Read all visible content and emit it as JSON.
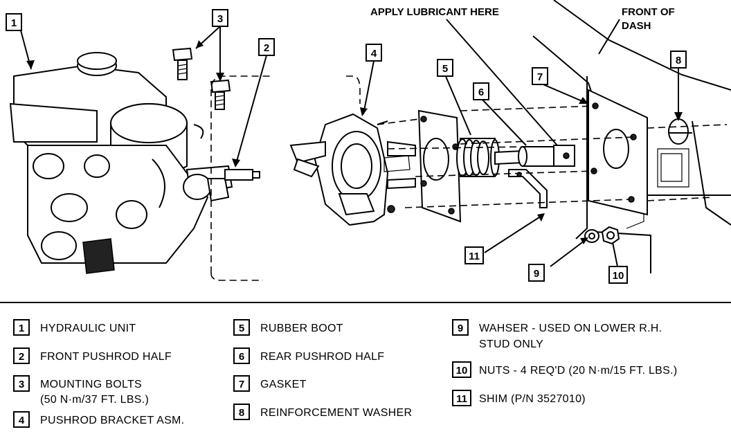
{
  "notes": {
    "apply_lubricant": "APPLY LUBRICANT HERE",
    "front_of_dash_1": "FRONT OF",
    "front_of_dash_2": "DASH"
  },
  "callouts": {
    "c1": "1",
    "c2": "2",
    "c3": "3",
    "c4": "4",
    "c5": "5",
    "c6": "6",
    "c7": "7",
    "c8": "8",
    "c9": "9",
    "c10": "10",
    "c11": "11"
  },
  "legend": [
    {
      "num": "1",
      "lines": [
        "HYDRAULIC UNIT"
      ]
    },
    {
      "num": "2",
      "lines": [
        "FRONT PUSHROD HALF"
      ]
    },
    {
      "num": "3",
      "lines": [
        "MOUNTING BOLTS",
        "(50 N·m/37 FT. LBS.)"
      ]
    },
    {
      "num": "4",
      "lines": [
        "PUSHROD BRACKET ASM."
      ]
    },
    {
      "num": "5",
      "lines": [
        "RUBBER BOOT"
      ]
    },
    {
      "num": "6",
      "lines": [
        "REAR PUSHROD HALF"
      ]
    },
    {
      "num": "7",
      "lines": [
        "GASKET"
      ]
    },
    {
      "num": "8",
      "lines": [
        "REINFORCEMENT WASHER"
      ]
    },
    {
      "num": "9",
      "lines": [
        "WAHSER - USED ON LOWER R.H.",
        "STUD ONLY"
      ]
    },
    {
      "num": "10",
      "lines": [
        "NUTS - 4 REQ'D (20 N·m/15 FT. LBS.)"
      ]
    },
    {
      "num": "11",
      "lines": [
        "SHIM (P/N 3527010)"
      ]
    }
  ]
}
